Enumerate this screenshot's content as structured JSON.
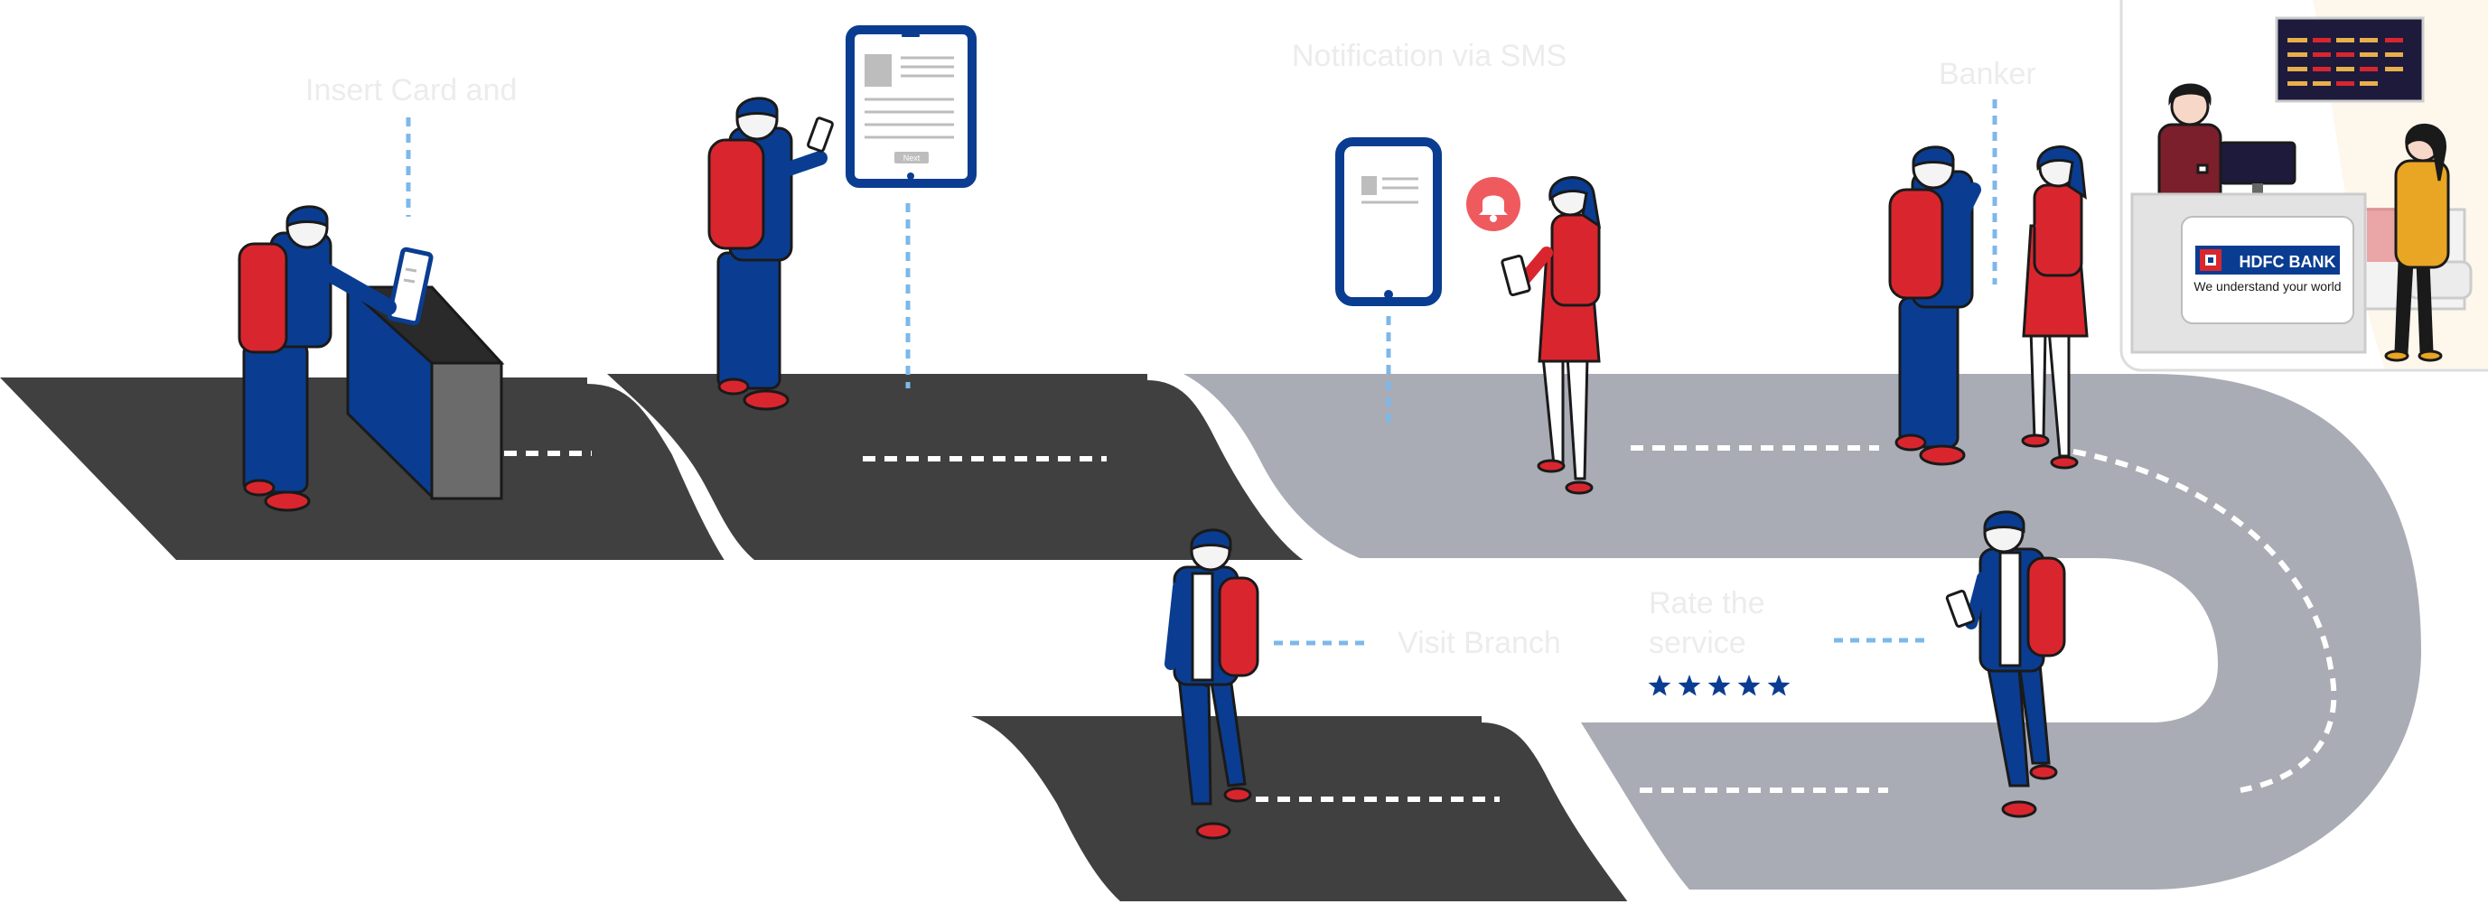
{
  "steps": [
    {
      "label": "Insert Card and"
    },
    {
      "label": ""
    },
    {
      "label": "Notification via SMS"
    },
    {
      "label": "Banker"
    },
    {
      "label": "Visit Branch"
    },
    {
      "label": "Rate the"
    },
    {
      "label": "service"
    }
  ],
  "kiosk": {
    "button_label": "Next"
  },
  "bank": {
    "name": "HDFC BANK",
    "tagline": "We understand your world"
  },
  "rating": {
    "stars": 5,
    "max": 5
  },
  "colors": {
    "road_dark": "#404040",
    "road_light": "#a9acb5",
    "brand_blue": "#0a3d91",
    "brand_red": "#d9262e",
    "connector": "#7cb8ea",
    "bell": "#ef5a5f",
    "panel_bg": "#fdf7ec"
  }
}
